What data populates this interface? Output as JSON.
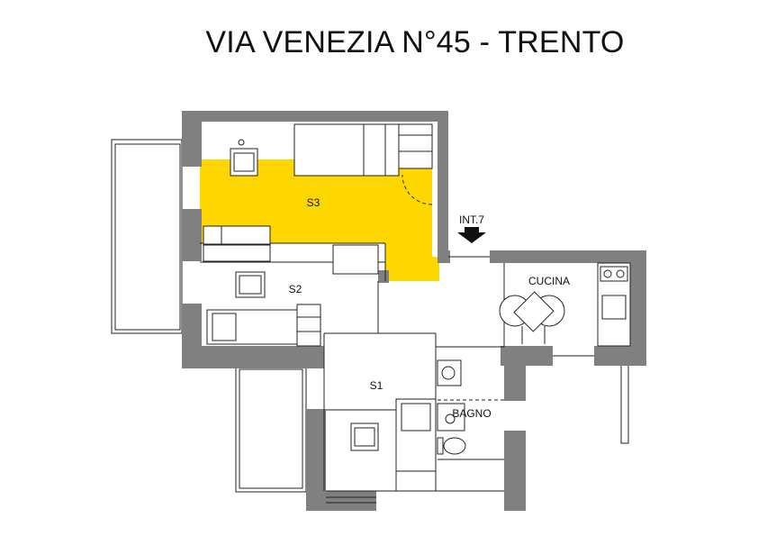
{
  "title": "VIA VENEZIA N°45 - TRENTO",
  "rooms": [
    {
      "id": "s3",
      "label": "S3",
      "highlighted": true
    },
    {
      "id": "s2",
      "label": "S2",
      "highlighted": false
    },
    {
      "id": "s1",
      "label": "S1",
      "highlighted": false
    },
    {
      "id": "cucina",
      "label": "CUCINA",
      "highlighted": false
    },
    {
      "id": "bagno",
      "label": "BAGNO",
      "highlighted": false
    }
  ],
  "entrance": {
    "label": "INT.7",
    "icon": "arrow-down-icon"
  },
  "colors": {
    "highlight": "#FFD700",
    "wall": "#808080",
    "line": "#222222"
  }
}
